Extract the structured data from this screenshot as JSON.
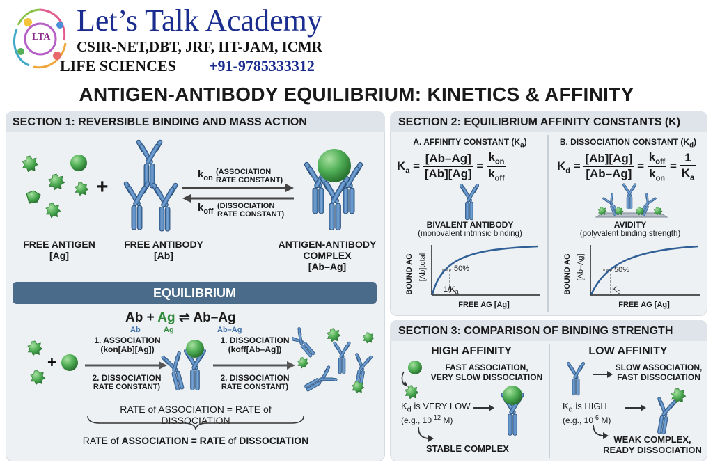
{
  "header": {
    "brand": "Let’s Talk Academy",
    "exams": "CSIR-NET,DBT, JRF, IIT-JAM, ICMR",
    "subject": "LIFE SCIENCES",
    "phone": "+91-9785333312",
    "logo_text": "LTA"
  },
  "main_title": "ANTIGEN-ANTIBODY EQUILIBRIUM: KINETICS & AFFINITY",
  "section1": {
    "title": "SECTION 1: REVERSIBLE BINDING AND MASS ACTION",
    "free_antigen": "FREE ANTIGEN",
    "free_antigen_abbr": "[Ag]",
    "free_antibody": "FREE ANTIBODY",
    "free_antibody_abbr": "[Ab]",
    "complex_line1": "ANTIGEN-ANTIBODY",
    "complex_line2": "COMPLEX",
    "complex_abbr": "[Ab–Ag]",
    "kon": "k",
    "kon_sub": "on",
    "kon_desc1": "(ASSOCIATION",
    "kon_desc2": "RATE CONSTANT)",
    "koff": "k",
    "koff_sub": "off",
    "koff_desc1": "(DISSOCIATION",
    "koff_desc2": "RATE CONSTANT)",
    "plus": "+",
    "equilibrium": "EQUILIBRIUM",
    "eq_ab": "Ab",
    "eq_plus": "+",
    "eq_ag": "Ag",
    "eq_arrows": "⇌",
    "eq_complex": "Ab–Ag",
    "assoc_line1": "1. ASSOCIATION",
    "assoc_line2": "(kon[Ab][Ag])",
    "dissoc_line1": "1. DISSOCIATION",
    "dissoc_line2": "(koff[Ab–Ag])",
    "dissoc2_line1": "2. DISSOCIATION",
    "dissoc2_line2": "RATE CONSTANT)",
    "rate_line1": "RATE of ASSOCIATION = RATE of DISSOCIATION",
    "rate_line2_a": "RATE of ",
    "rate_line2_b": "ASSOCIATION",
    "rate_line2_c": " = ",
    "rate_line2_d": "RATE",
    "rate_line2_e": " of ",
    "rate_line2_f": "DISSOCIATION"
  },
  "section2": {
    "title": "SECTION 2: EQUILIBRIUM AFFINITY CONSTANTS (K)",
    "a_title": "A. AFFINITY CONSTANT (K",
    "a_title_sub": "a",
    "a_title_end": ")",
    "ka": "K",
    "ka_sub": "a",
    "ka_num": "[Ab–Ag]",
    "ka_den": "[Ab][Ag]",
    "ka_num2": "k",
    "ka_num2_sub": "on",
    "ka_den2": "k",
    "ka_den2_sub": "off",
    "a_caption1": "BIVALENT ANTIBODY",
    "a_caption2": "(monovalent intrinsic binding)",
    "a_ylabel": "BOUND AG",
    "a_ylabel2": "[Ab]total",
    "a_mark": "50%",
    "a_xtick": "1/K",
    "a_xtick_sub": "a",
    "a_xlabel": "FREE AG [Ag]",
    "b_title": "B. DISSOCIATION CONSTANT (K",
    "b_title_sub": "d",
    "b_title_end": ")",
    "kd": "K",
    "kd_sub": "d",
    "kd_num": "[Ab][Ag]",
    "kd_den": "[Ab–Ag]",
    "kd_num2": "k",
    "kd_num2_sub": "off",
    "kd_den2": "k",
    "kd_den2_sub": "on",
    "kd_num3": "1",
    "kd_den3": "K",
    "kd_den3_sub": "a",
    "b_caption1": "AVIDITY",
    "b_caption2": "(polyvalent binding strength)",
    "b_ylabel": "BOUND AG",
    "b_ylabel2": "[Ab–Ag]",
    "b_mark": "50%",
    "b_xtick": "K",
    "b_xtick_sub": "d",
    "b_xlabel": "FREE AG [Ag]",
    "eq": "="
  },
  "section3": {
    "title": "SECTION 3: COMPARISON OF BINDING STRENGTH",
    "high": "HIGH AFFINITY",
    "high_desc1": "FAST ASSOCIATION,",
    "high_desc2": "VERY SLOW DISSOCIATION",
    "high_kd1": "K",
    "high_kd_sub": "d",
    "high_kd2": " is VERY LOW",
    "high_eg": "(e.g., 10",
    "high_eg_exp": "-12",
    "high_eg_end": " M)",
    "high_result": "STABLE COMPLEX",
    "low": "LOW AFFINITY",
    "low_desc1": "SLOW ASSOCIATION,",
    "low_desc2": "FAST DISSOCIATION",
    "low_kd1": "K",
    "low_kd_sub": "d",
    "low_kd2": " is HIGH",
    "low_eg": "(e.g., 10",
    "low_eg_exp": "-6",
    "low_eg_end": " M)",
    "low_result1": "WEAK COMPLEX,",
    "low_result2": "READY DISSOCIATION"
  },
  "colors": {
    "brand_blue": "#1a2d8f",
    "antibody_blue": "#4d7fb8",
    "antigen_green": "#3e9a48",
    "panel_bg": "#eef1f4",
    "equilibrium_bar": "#4a6b8a"
  }
}
